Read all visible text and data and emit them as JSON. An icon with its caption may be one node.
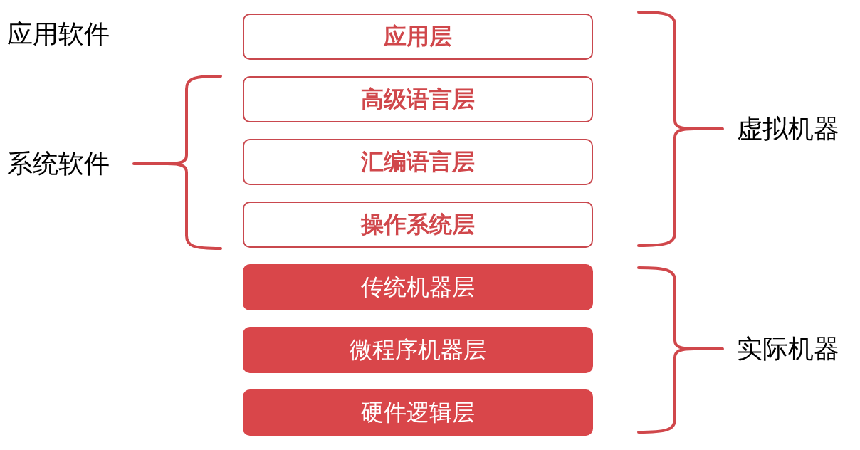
{
  "diagram": {
    "nodes": [
      {
        "text": [
          "应用层"
        ]
      },
      {
        "text": [
          "高级语言层"
        ]
      },
      {
        "text": [
          "汇编语言层"
        ]
      },
      {
        "text": [
          "操作系统层"
        ]
      },
      {
        "text": [
          "传统机器层"
        ]
      },
      {
        "text": [
          "微程序机器层"
        ]
      },
      {
        "text": [
          "硬件逻辑层"
        ]
      }
    ],
    "labels": [
      "应用软件",
      "虚拟机器",
      "系统软件",
      "实际机器"
    ]
  }
}
